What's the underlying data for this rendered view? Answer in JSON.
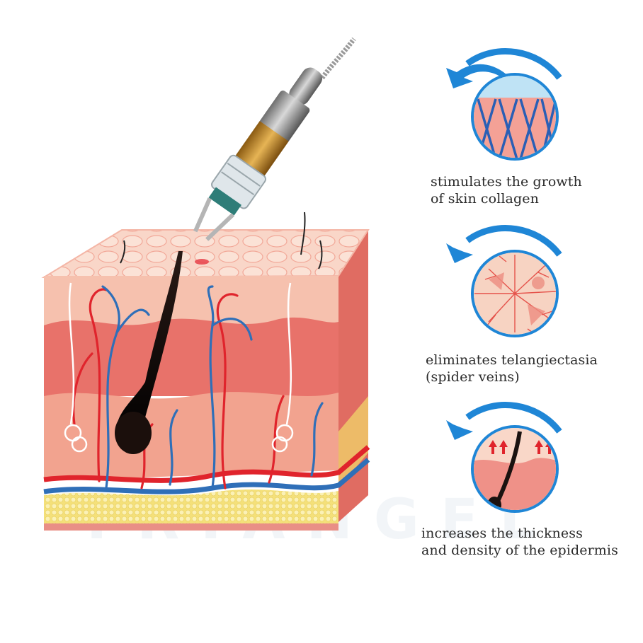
{
  "watermark": "TRIANGEL",
  "benefits": [
    {
      "line1": "stimulates the growth",
      "line2": "of skin collagen"
    },
    {
      "line1": "eliminates telangiectasia",
      "line2": "(spider veins)"
    },
    {
      "line1": "increases the thickness",
      "line2": "and density of the epidermis"
    }
  ],
  "colors": {
    "arrow_blue": "#1f86d6",
    "artery_red": "#e0242c",
    "vein_blue": "#2f6fb8",
    "skin_top": "#f7c7b8",
    "dermis": "#ef8a80",
    "fat": "#f6e68a"
  }
}
